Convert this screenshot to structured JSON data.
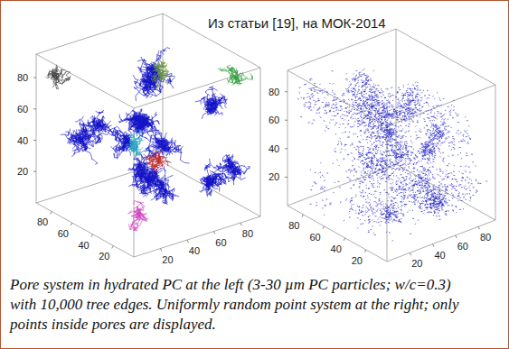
{
  "diagram": {
    "title": "Из статьи [19], на МОК-2014",
    "caption": "Pore system in hydrated PC at the left (3-30 µm PC particles; w/c=0.3) with 10,000 tree edges. Uniformly random point system at the right; only points inside pores are displayed.",
    "labels": [
      "80",
      "60",
      "40",
      "20",
      "80",
      "60",
      "40",
      "20",
      "20",
      "40",
      "60",
      "80",
      "80",
      "60",
      "40",
      "20",
      "80",
      "60",
      "40",
      "20",
      "20",
      "40",
      "60",
      "80"
    ]
  }
}
